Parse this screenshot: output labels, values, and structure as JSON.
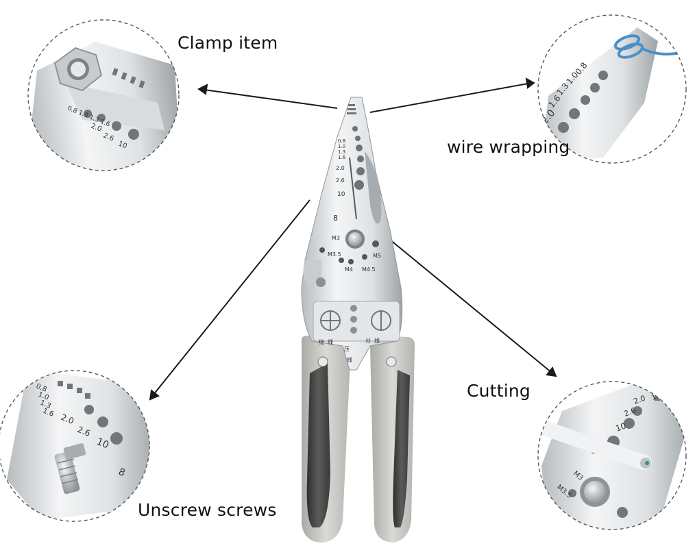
{
  "callouts": {
    "clamp": "Clamp item",
    "wrap": "wire wrapping",
    "cut": "Cutting",
    "screws": "Unscrew screws"
  },
  "scale_marks": {
    "gauges": [
      "0.8",
      "1.0",
      "1.3",
      "1.6",
      "2.0",
      "2.6",
      "10"
    ],
    "crimp_size": "8",
    "screw_holes": [
      "M3",
      "M3.5",
      "M4",
      "M4.5",
      "M5"
    ],
    "cn_left": [
      "绕",
      "线"
    ],
    "cn_mid": [
      "压",
      "线"
    ],
    "cn_right": [
      "分",
      "线"
    ]
  },
  "colors": {
    "metal_light": "#eef0f1",
    "metal_dark": "#9aa0a4",
    "grip_gray": "#c9cac5",
    "grip_dark": "#4a4a4a",
    "text": "#111111"
  }
}
